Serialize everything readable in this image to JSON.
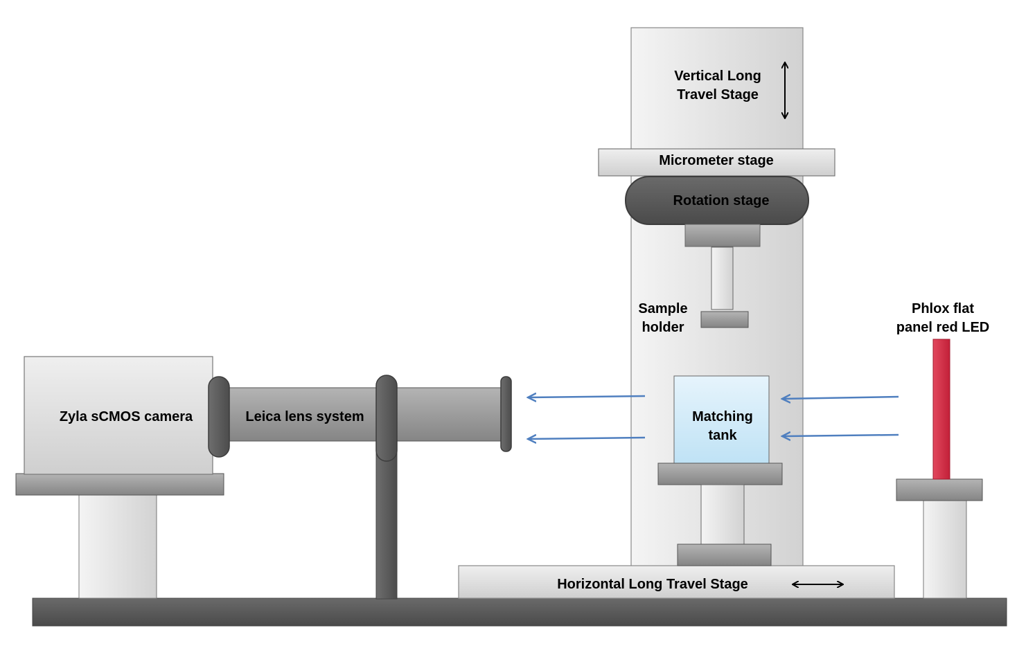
{
  "labels": {
    "vertical_stage_line1": "Vertical Long",
    "vertical_stage_line2": "Travel Stage",
    "micrometer_stage": "Micrometer stage",
    "rotation_stage": "Rotation stage",
    "sample_holder_line1": "Sample",
    "sample_holder_line2": "holder",
    "led_line1": "Phlox flat",
    "led_line2": "panel red LED",
    "camera": "Zyla sCMOS camera",
    "lens": "Leica lens system",
    "tank_line1": "Matching",
    "tank_line2": "tank",
    "horizontal_stage": "Horizontal Long Travel Stage"
  },
  "colors": {
    "light_gray": "#d6d6d6",
    "mid_gray": "#9a9a9a",
    "dark_gray": "#5e5e5e",
    "tank_blue": "#cfeaf8",
    "led_red": "#d8304a",
    "arrow_blue": "#4f7fbf"
  }
}
